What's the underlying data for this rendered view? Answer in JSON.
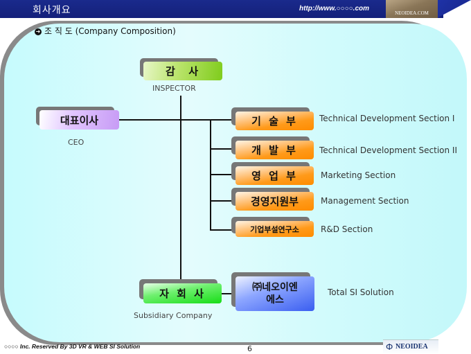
{
  "header": {
    "title": "회사개요",
    "url": "http://www.○○○○.com",
    "logo_text": "NEOIDEA.COM"
  },
  "section": {
    "arrow_icon": "right-arrow-circle-icon",
    "title": "조 직 도 (Company Composition)"
  },
  "org_chart": {
    "inspector": {
      "label": "감  사",
      "sublabel": "INSPECTOR"
    },
    "ceo": {
      "label": "대표이사",
      "sublabel": "CEO"
    },
    "departments": [
      {
        "label": "기 술 부",
        "description": "Technical Development Section I"
      },
      {
        "label": "개 발 부",
        "description": "Technical Development Section II"
      },
      {
        "label": "영 업 부",
        "description": "Marketing Section"
      },
      {
        "label": "경영지원부",
        "description": "Management Section"
      },
      {
        "label": "기업부설연구소",
        "description": "R&D Section"
      }
    ],
    "subsidiary": {
      "label": "자 회 사",
      "sublabel": "Subsidiary Company"
    },
    "subsidiary_company": {
      "label_line1": "㈜네오이엔",
      "label_line2": "에스",
      "description": "Total SI Solution"
    }
  },
  "footer": {
    "copyright": "○○○○ Inc. Reserved By 3D VR & WEB SI Solution",
    "page_number": "6",
    "logo_text": "NEOIDEA"
  },
  "colors": {
    "header_bg": "#1a2a8c",
    "panel_bg": "#c6fbfd",
    "department_box": "#ff9a1a",
    "inspector_box": "#7fcc1c",
    "ceo_box": "#c79bf5",
    "subsidiary_box": "#17dd17",
    "subsidiary_company_box": "#3a5ef0"
  }
}
